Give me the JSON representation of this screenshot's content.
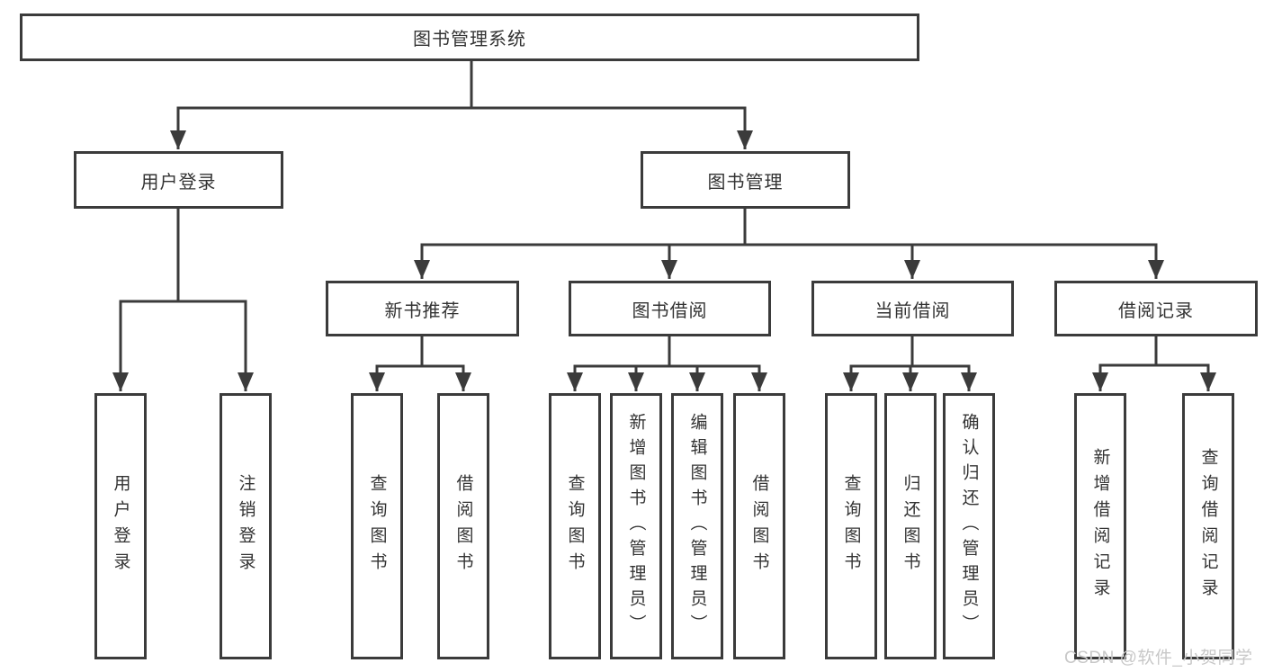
{
  "diagram": {
    "root": {
      "label": "图书管理系统"
    },
    "level2": [
      {
        "label": "用户登录"
      },
      {
        "label": "图书管理"
      }
    ],
    "level3": [
      {
        "label": "新书推荐"
      },
      {
        "label": "图书借阅"
      },
      {
        "label": "当前借阅"
      },
      {
        "label": "借阅记录"
      }
    ],
    "leaves": {
      "user_login": [
        "用户登录",
        "注销登录"
      ],
      "new_book": [
        "查询图书",
        "借阅图书"
      ],
      "book_borrow": [
        "查询图书",
        "新增图书（管理员）",
        "编辑图书（管理员）",
        "借阅图书"
      ],
      "current_borrow": [
        "查询图书",
        "归还图书",
        "确认归还（管理员）"
      ],
      "borrow_record": [
        "新增借阅记录",
        "查询借阅记录"
      ]
    }
  },
  "watermark": {
    "text": "CSDN @软件_小贺同学"
  },
  "colors": {
    "line": "#3b3b3b",
    "text": "#333333",
    "watermark": "#c8c8c8",
    "background": "#ffffff"
  }
}
